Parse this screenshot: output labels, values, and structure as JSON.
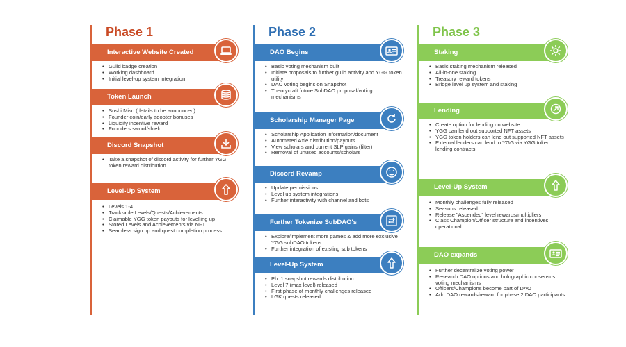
{
  "phases": [
    {
      "title": "Phase 1",
      "sections": [
        {
          "title": "Interactive Website Created",
          "icon": "laptop-icon",
          "items": [
            "Guild badge creation",
            "Working dashboard",
            "Initial level-up system integration"
          ]
        },
        {
          "title": "Token Launch",
          "icon": "coins-icon",
          "items": [
            "Sushi Miso (details to be announced)",
            "Founder coin/early adopter bonuses",
            "Liquidity incentive reward",
            "Founders sword/shield"
          ]
        },
        {
          "title": "Discord Snapshot",
          "icon": "download-icon",
          "items": [
            "Take a snapshot of discord activity for further YGG token reward distribution"
          ]
        },
        {
          "title": "Level-Up System",
          "icon": "arrow-up-icon",
          "items": [
            "Levels 1-4",
            "Track-able Levels/Quests/Achievements",
            "Claimable YGG token payouts for levelling up",
            "Stored Levels and Achievements via NFT",
            "Seamless sign up and quest completion process"
          ]
        }
      ]
    },
    {
      "title": "Phase 2",
      "sections": [
        {
          "title": "DAO Begins",
          "icon": "id-card-icon",
          "items": [
            "Basic voting mechanism built",
            "Initiate proposals to further guild activity and YGG token utility",
            "DAO voting begins on Snapshot",
            "Theorycraft future SubDAO proposal/voting mechanisms"
          ]
        },
        {
          "title": "Scholarship Manager Page",
          "icon": "refresh-icon",
          "items": [
            "Scholarship Application information/document",
            "Automated Axie distribution/payouts",
            "View scholars and current SLP gains (filter)",
            "Removal of unused accounts/scholars"
          ]
        },
        {
          "title": "Discord Revamp",
          "icon": "emoji-icon",
          "items": [
            "Update permissions",
            "Level up system integrations",
            "Further interactivity with channel and bots"
          ]
        },
        {
          "title": "Further Tokenize SubDAO's",
          "icon": "exchange-icon",
          "items": [
            "Explore/implement more games & add more exclusive YGG subDAO tokens",
            "Further integration of existing sub tokens"
          ]
        },
        {
          "title": "Level-Up System",
          "icon": "arrow-up-icon",
          "items": [
            "Ph. 1 snapshot rewards distribution",
            "Level 7 (max level) released",
            "First phase of monthly challenges released",
            "LGK quests released"
          ]
        }
      ]
    },
    {
      "title": "Phase 3",
      "sections": [
        {
          "title": "Staking",
          "icon": "gear-icon",
          "items": [
            "Basic staking mechanism released",
            "All-in-one staking",
            "Treasury reward tokens",
            "Bridge level up system and staking"
          ]
        },
        {
          "title": "Lending",
          "icon": "lending-icon",
          "items": [
            "Create option for lending on website",
            "YGG can lend out supported NFT assets",
            "YGG token holders can lend out supported NFT assets",
            "External lenders can lend to YGG via YGG token lending contracts"
          ]
        },
        {
          "title": "Level-Up System",
          "icon": "arrow-up-icon",
          "items": [
            "Monthly challenges fully released",
            "Seasons released",
            "Release \"Ascended\" level rewards/multipliers",
            "Class Champion/Officer structure and incentives operational"
          ]
        },
        {
          "title": "DAO expands",
          "icon": "id-card-icon",
          "items": [
            "Further decentralize voting power",
            "Research DAO options and holographic consensus voting mechanisms",
            "Officers/Champions become part of DAO",
            "Add DAO rewards/reward for phase 2 DAO participants"
          ]
        }
      ]
    }
  ]
}
